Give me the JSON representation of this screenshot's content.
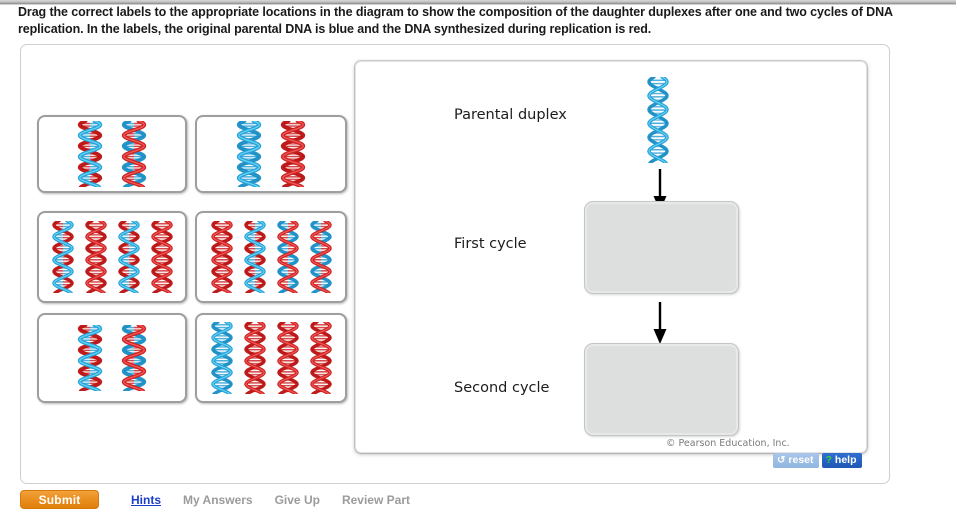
{
  "prompt": {
    "text": "Drag the correct labels to the appropriate locations in the diagram to show the composition of the daughter duplexes after one and two cycles of DNA replication. In the labels, the original parental DNA is blue and the DNA synthesized during replication is red."
  },
  "colors": {
    "parental_dna": "#2a9fd6",
    "new_dna": "#cc2222",
    "submit_orange": "#ea8f21",
    "link_blue": "#1a3ec8",
    "link_muted": "#9b9b9b",
    "dropzone_gray": "#dddfde",
    "help_blue": "#1f57b4",
    "reset_blue": "#8fb6e0",
    "help_glyph_green": "#37d43a"
  },
  "legend": {
    "parental_label": "blue",
    "new_label": "red"
  },
  "tiles": [
    {
      "id": "tile-1",
      "name": "two-hybrid-duplexes",
      "strands": [
        {
          "left": "parental",
          "right": "new"
        },
        {
          "left": "new",
          "right": "parental"
        }
      ]
    },
    {
      "id": "tile-2",
      "name": "one-parental-one-new-duplex",
      "strands": [
        {
          "left": "parental",
          "right": "parental"
        },
        {
          "left": "new",
          "right": "new"
        }
      ]
    },
    {
      "id": "tile-3",
      "name": "four-duplexes-mixed-a",
      "strands": [
        {
          "left": "parental",
          "right": "new"
        },
        {
          "left": "new",
          "right": "new"
        },
        {
          "left": "parental",
          "right": "new"
        },
        {
          "left": "new",
          "right": "new"
        }
      ]
    },
    {
      "id": "tile-4",
      "name": "four-duplexes-mixed-b",
      "strands": [
        {
          "left": "new",
          "right": "new"
        },
        {
          "left": "parental",
          "right": "new"
        },
        {
          "left": "new",
          "right": "parental"
        },
        {
          "left": "new",
          "right": "parental"
        }
      ]
    },
    {
      "id": "tile-5",
      "name": "two-hybrid-duplexes-alt",
      "strands": [
        {
          "left": "parental",
          "right": "new"
        },
        {
          "left": "new",
          "right": "parental"
        }
      ]
    },
    {
      "id": "tile-6",
      "name": "one-parental-three-new-duplexes",
      "strands": [
        {
          "left": "parental",
          "right": "parental"
        },
        {
          "left": "new",
          "right": "new"
        },
        {
          "left": "new",
          "right": "new"
        },
        {
          "left": "new",
          "right": "new"
        }
      ]
    }
  ],
  "diagram": {
    "stages": [
      {
        "label": "Parental duplex",
        "has_dropzone": false
      },
      {
        "label": "First cycle",
        "has_dropzone": true
      },
      {
        "label": "Second cycle",
        "has_dropzone": true
      }
    ],
    "parental_duplex_strands": [
      {
        "left": "parental",
        "right": "parental"
      }
    ],
    "copyright": "© Pearson Education, Inc."
  },
  "mini_buttons": {
    "reset": {
      "label": "reset",
      "glyph": "↺"
    },
    "help": {
      "label": "help",
      "glyph": "?"
    }
  },
  "actions": {
    "submit": "Submit",
    "hints": "Hints",
    "my_answers": "My Answers",
    "give_up": "Give Up",
    "review_part": "Review Part"
  }
}
